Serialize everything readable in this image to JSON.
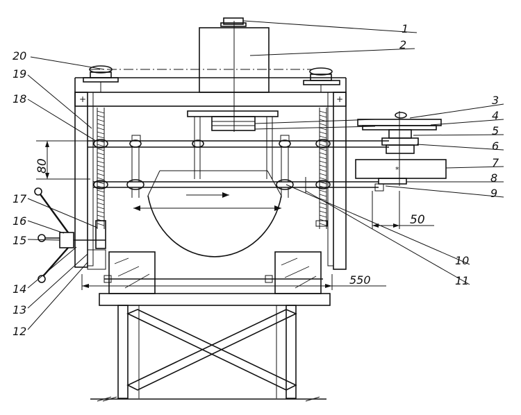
{
  "callouts": [
    "1",
    "2",
    "3",
    "4",
    "5",
    "6",
    "7",
    "8",
    "9",
    "10",
    "11",
    "12",
    "13",
    "14",
    "15",
    "16",
    "17",
    "18",
    "19",
    "20"
  ],
  "dimensions": {
    "vertical_spacing": "80",
    "right_offset": "50",
    "bottom_width": "550"
  }
}
